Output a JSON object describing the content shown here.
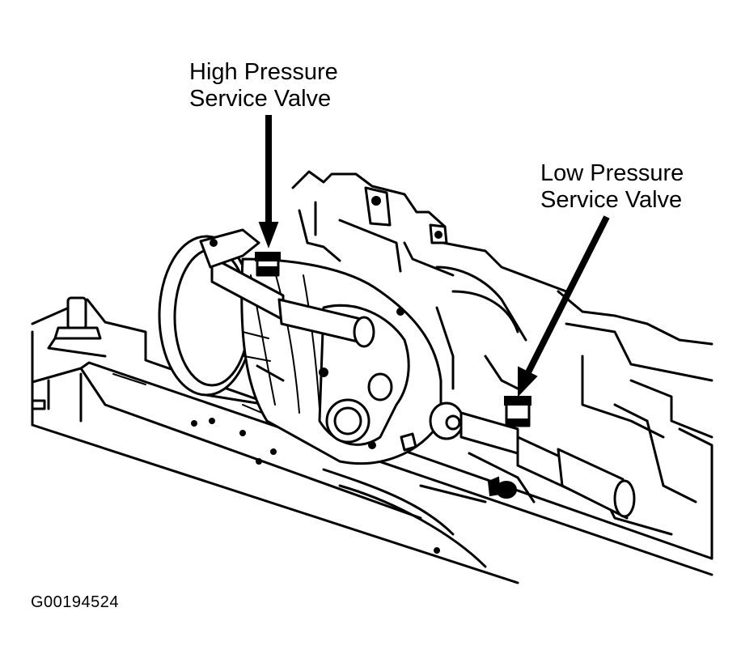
{
  "labels": {
    "high_pressure": [
      "High Pressure",
      "Service Valve"
    ],
    "low_pressure": [
      "Low Pressure",
      "Service Valve"
    ]
  },
  "figure_id": "G00194524",
  "colors": {
    "line": "#000000",
    "background": "#ffffff"
  }
}
